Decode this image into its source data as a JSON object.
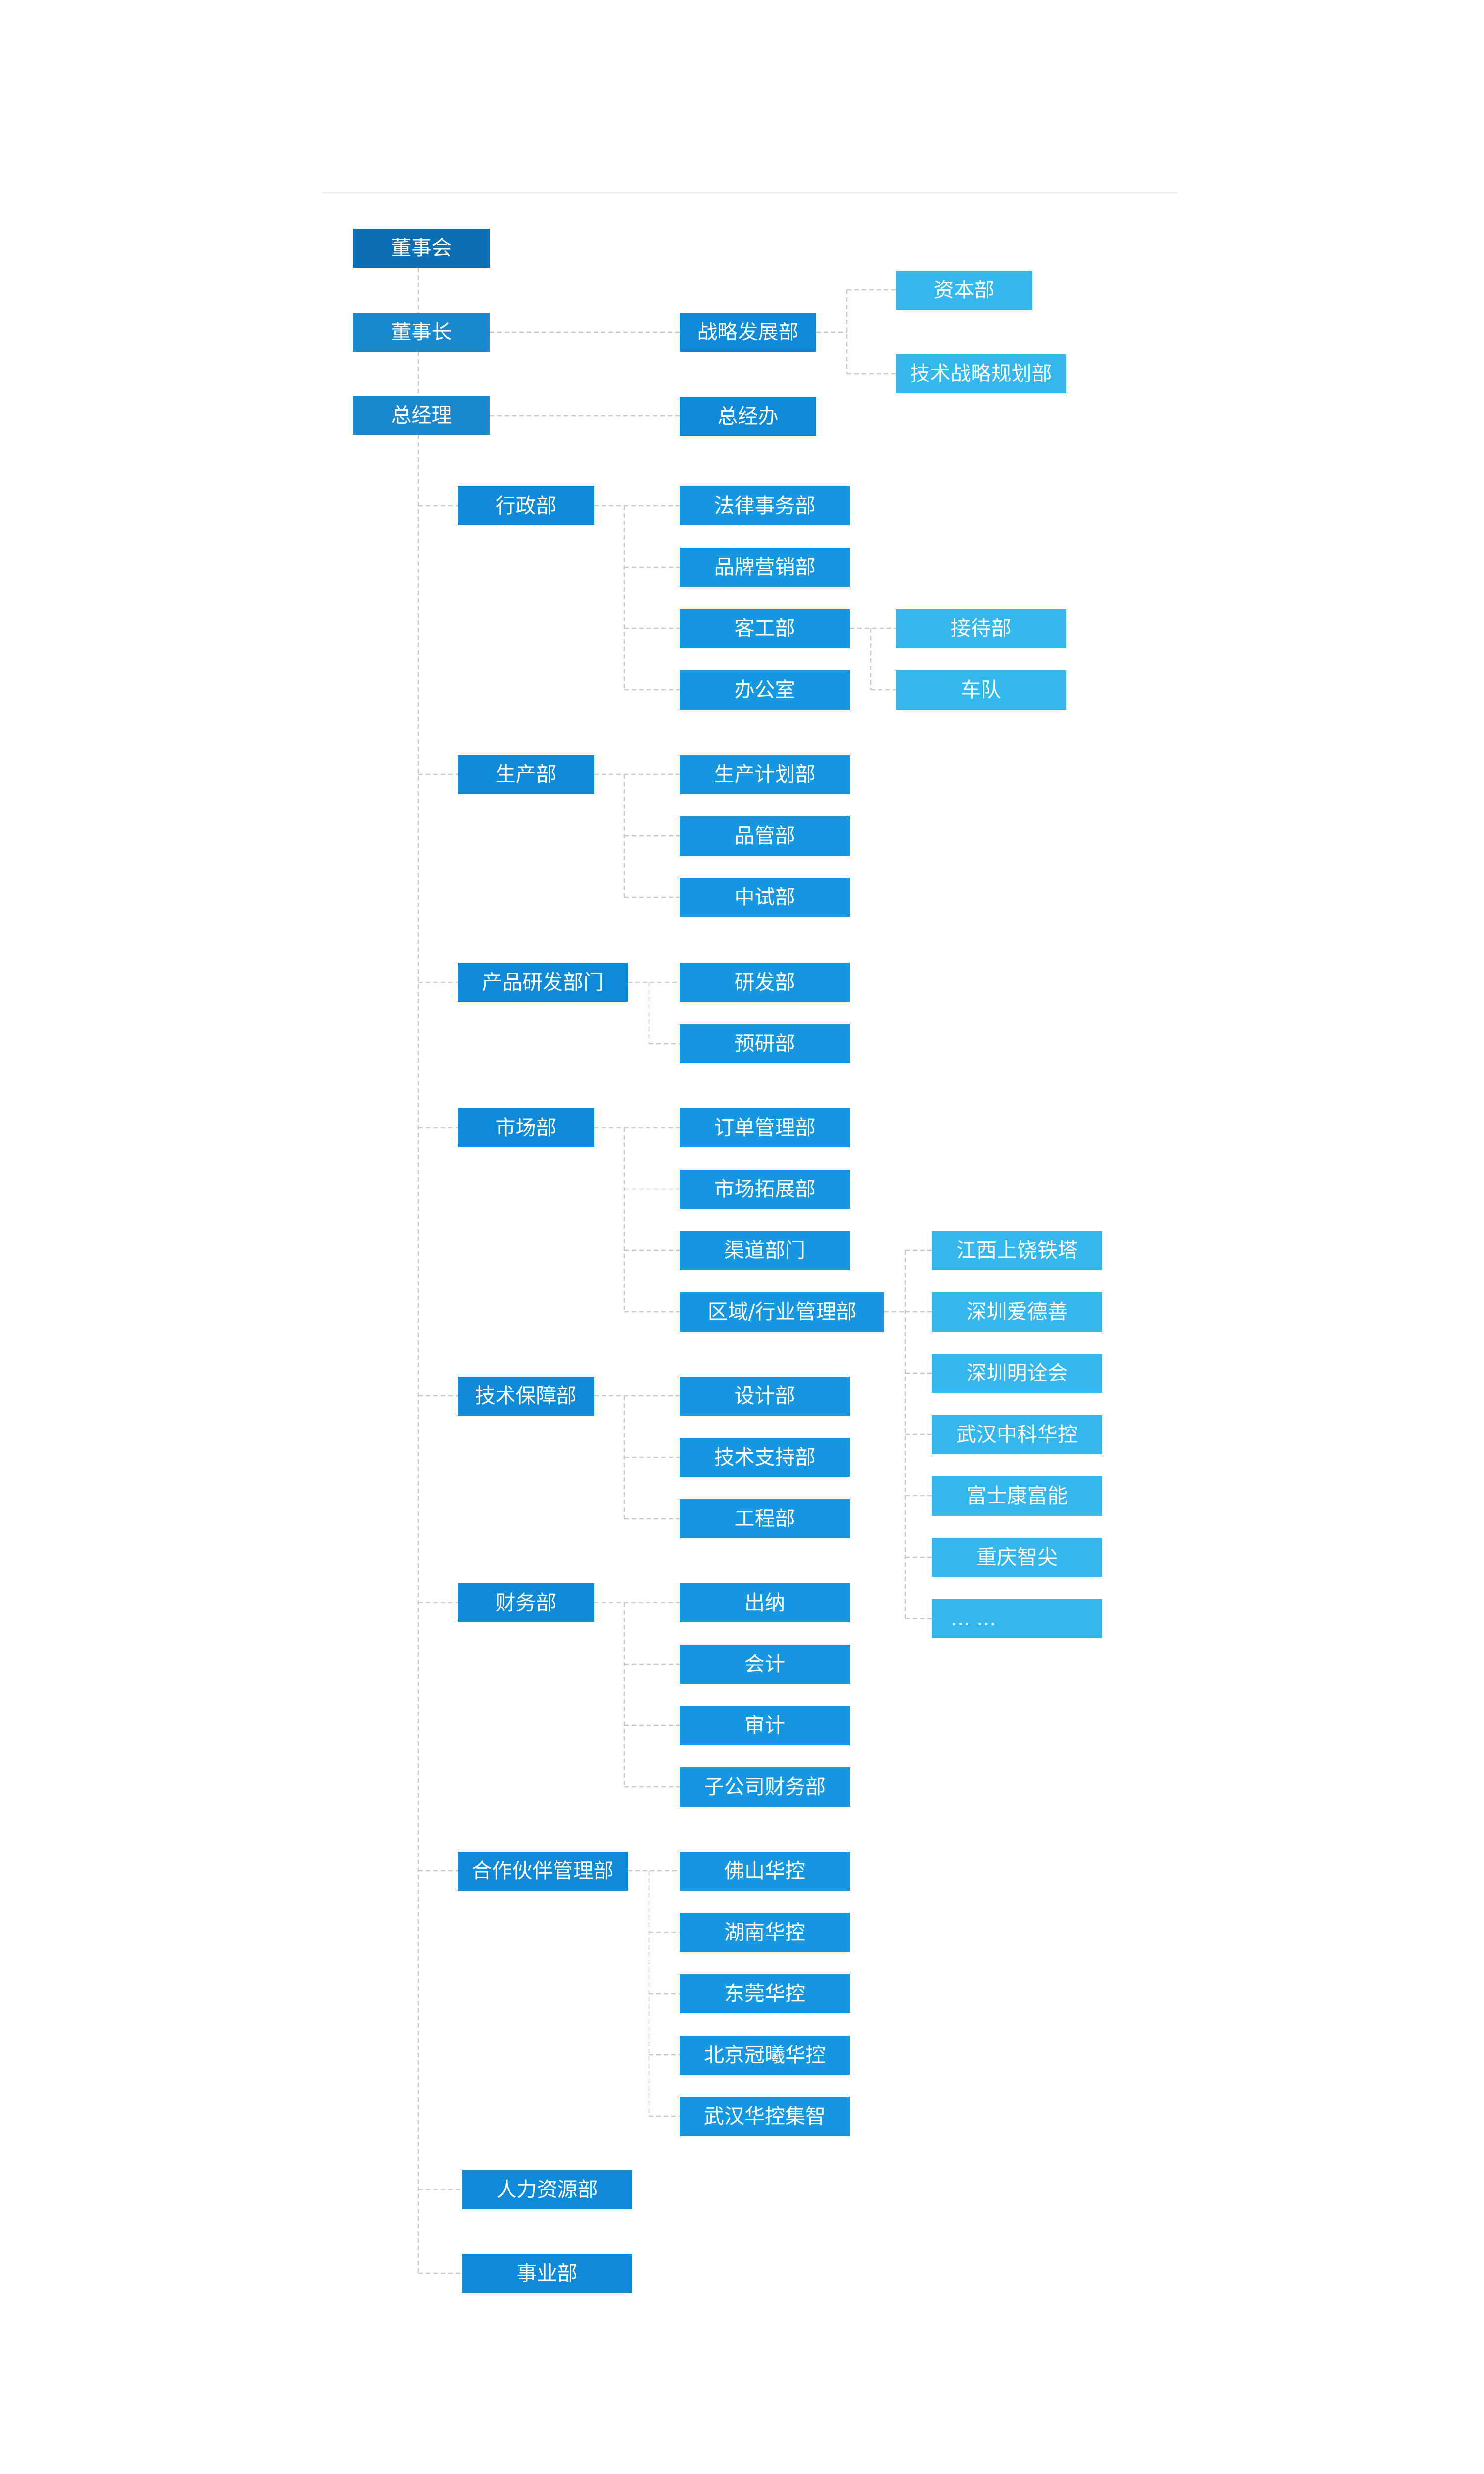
{
  "colors": {
    "top": "#0b6fb3",
    "main": "#1a88cf",
    "dept": "#0e8ad8",
    "sub": "#1597e2",
    "leaf": "#33b7ec",
    "line": "#c8c8c8",
    "divider": "#ececec"
  },
  "nodes": {
    "board": "董事会",
    "chairman": "董事长",
    "strategy": "战略发展部",
    "capital": "资本部",
    "tech_strategy": "技术战略规划部",
    "gm": "总经理",
    "gm_office": "总经办",
    "admin": "行政部",
    "legal": "法律事务部",
    "brand": "品牌营销部",
    "guest": "客工部",
    "reception": "接待部",
    "fleet": "车队",
    "office": "办公室",
    "production": "生产部",
    "prod_plan": "生产计划部",
    "quality": "品管部",
    "pilot": "中试部",
    "rnd_dept": "产品研发部门",
    "rnd": "研发部",
    "pre_research": "预研部",
    "market": "市场部",
    "orders": "订单管理部",
    "expansion": "市场拓展部",
    "channel": "渠道部门",
    "region": "区域/行业管理部",
    "jiangxi": "江西上饶铁塔",
    "shenzhen_ai": "深圳爱德善",
    "shenzhen_ming": "深圳明诠会",
    "wuhan_zk": "武汉中科华控",
    "foxconn": "富士康富能",
    "chongqing": "重庆智尖",
    "more": "... ...",
    "tech_support_dept": "技术保障部",
    "design": "设计部",
    "tech_support": "技术支持部",
    "engineering": "工程部",
    "finance": "财务部",
    "cashier": "出纳",
    "accounting": "会计",
    "audit": "审计",
    "sub_finance": "子公司财务部",
    "partner": "合作伙伴管理部",
    "foshan": "佛山华控",
    "hunan": "湖南华控",
    "dongguan": "东莞华控",
    "beijing": "北京冠曦华控",
    "wuhan_jz": "武汉华控集智",
    "hr": "人力资源部",
    "business": "事业部"
  }
}
